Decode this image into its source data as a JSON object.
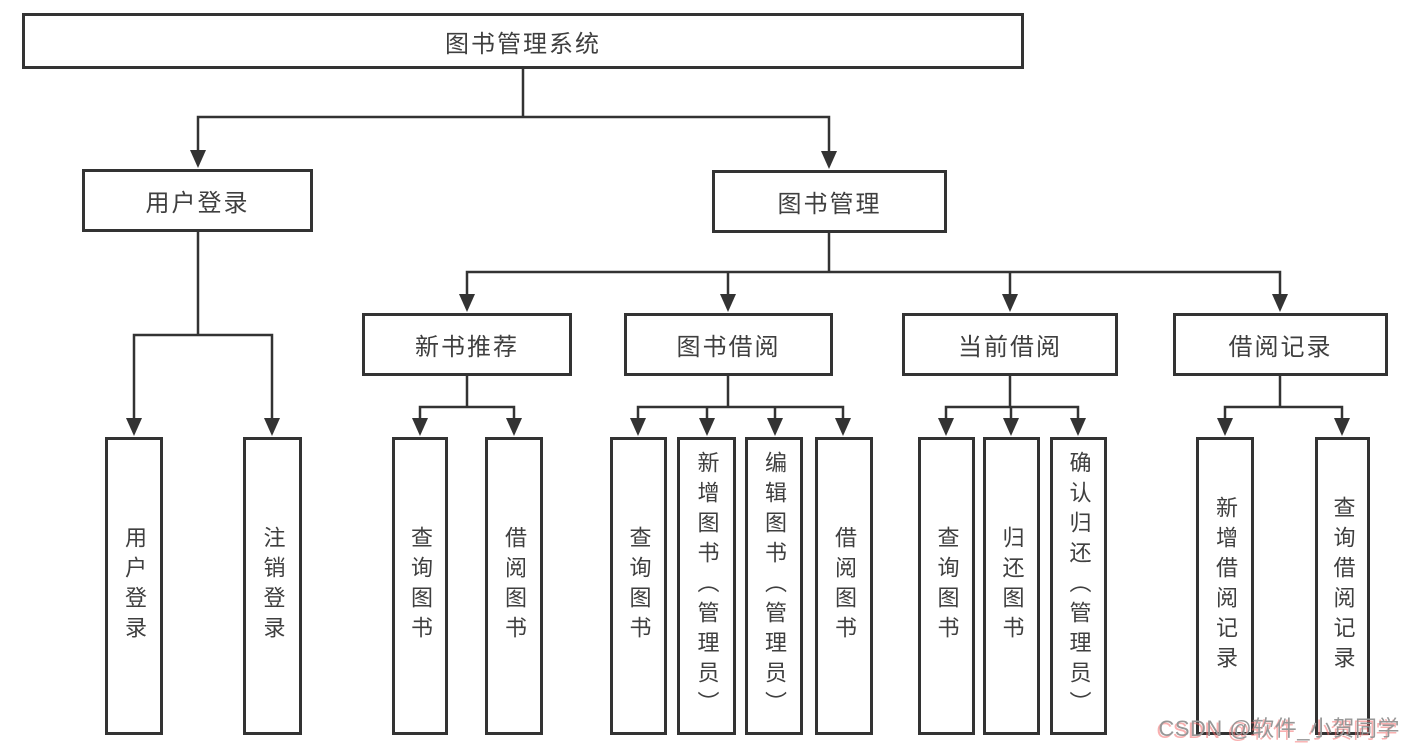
{
  "diagram": {
    "root": {
      "label": "图书管理系统"
    },
    "level2": [
      {
        "label": "用户登录"
      },
      {
        "label": "图书管理"
      }
    ],
    "level3": [
      {
        "label": "新书推荐"
      },
      {
        "label": "图书借阅"
      },
      {
        "label": "当前借阅"
      },
      {
        "label": "借阅记录"
      }
    ],
    "leaves": [
      {
        "label": "用户登录"
      },
      {
        "label": "注销登录"
      },
      {
        "label": "查询图书"
      },
      {
        "label": "借阅图书"
      },
      {
        "label": "查询图书"
      },
      {
        "label": "新增图书（管理员）"
      },
      {
        "label": "编辑图书（管理员）"
      },
      {
        "label": "借阅图书"
      },
      {
        "label": "查询图书"
      },
      {
        "label": "归还图书"
      },
      {
        "label": "确认归还（管理员）"
      },
      {
        "label": "新增借阅记录"
      },
      {
        "label": "查询借阅记录"
      }
    ],
    "colors": {
      "line": "#333333",
      "text": "#3f3f3f",
      "background": "#ffffff"
    }
  },
  "watermark": {
    "text": "CSDN @软件_小贺同学",
    "color": "#979797",
    "shadow_color": "#f47070"
  }
}
